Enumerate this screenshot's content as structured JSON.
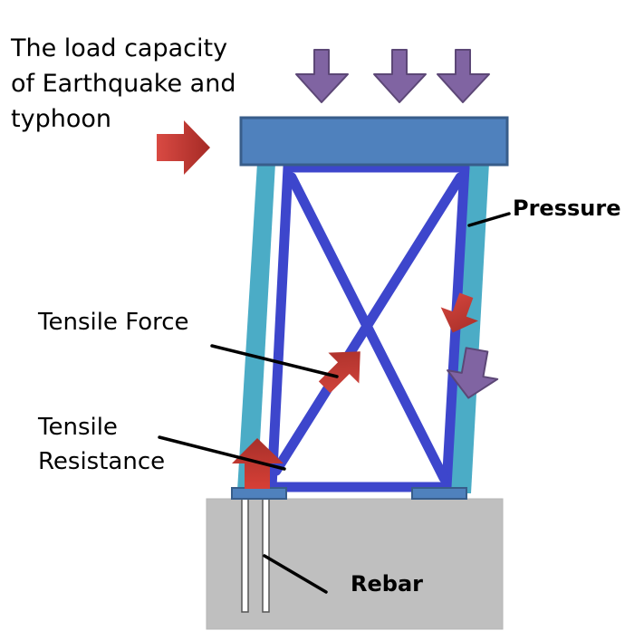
{
  "diagram": {
    "title_lines": [
      "The load capacity",
      "of Earthquake and",
      "typhoon"
    ],
    "labels": {
      "pressure": "Pressure",
      "tensile_force": "Tensile Force",
      "tensile_resistance_lines": [
        "Tensile",
        "Resistance"
      ],
      "rebar": "Rebar"
    },
    "colors": {
      "beam": "#4f81bd",
      "beam_border": "#385d8a",
      "column": "#4bacc6",
      "brace_frame": "#3d46cc",
      "foundation": "#bfbfbf",
      "force_arrow": "#c0392b",
      "load_arrow": "#8064a2",
      "load_arrow_border": "#5c4776",
      "leader_line": "#000000"
    }
  }
}
